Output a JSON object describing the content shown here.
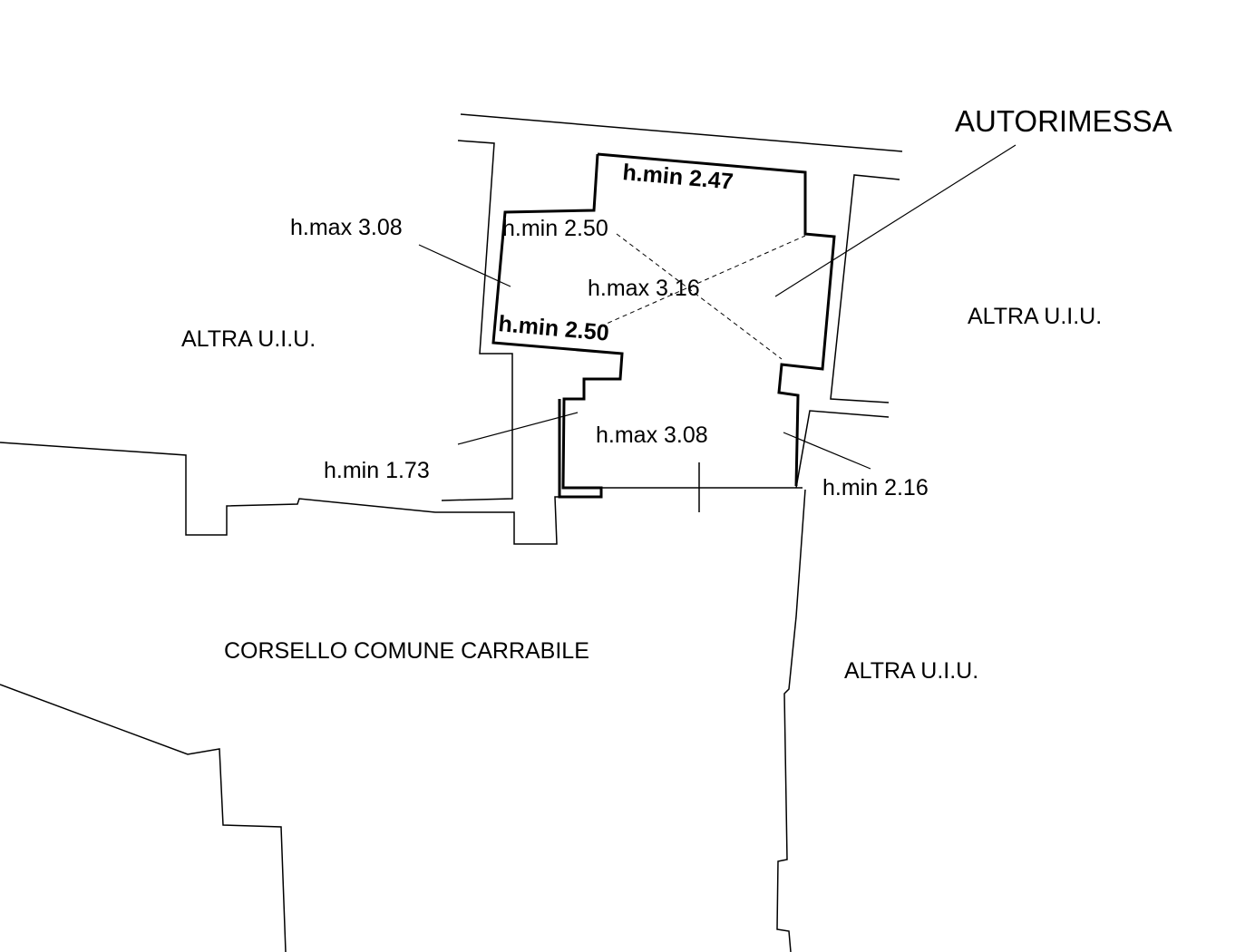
{
  "title": "AUTORIMESSA",
  "areas": {
    "other_left": "ALTRA U.I.U.",
    "other_right": "ALTRA U.I.U.",
    "other_bottom_right": "ALTRA U.I.U.",
    "corridor": "CORSELLO COMUNE CARRABILE"
  },
  "heights": {
    "hmin_top": "h.min 2.47",
    "hmin_upper_left": "h.min 2.50",
    "hmax_center": "h.max 3.16",
    "hmin_lower_left": "h.min 2.50",
    "hmax_left": "h.max 3.08",
    "hmax_lower": "h.max 3.08",
    "hmin_left_step": "h.min 1.73",
    "hmin_right_step": "h.min 2.16"
  },
  "colors": {
    "line": "#000000",
    "background": "#ffffff"
  }
}
